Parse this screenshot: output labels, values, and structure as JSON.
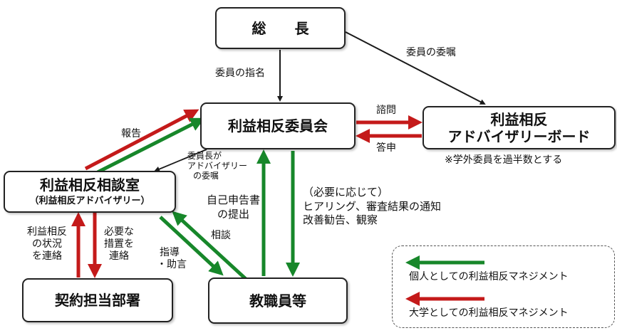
{
  "nodes": {
    "president": "総　　長",
    "committee": "利益相反委員会",
    "advisory_board": {
      "line1": "利益相反",
      "line2": "アドバイザリーボード"
    },
    "consultation_office": {
      "title": "利益相反相談室",
      "subtitle": "（利益相反アドバイザリー）"
    },
    "contract_dept": "契約担当部署",
    "faculty": "教職員等"
  },
  "edge_labels": {
    "appoint_members": "委員の指名",
    "commission_members": "委員の委嘱",
    "inquiry": "諮問",
    "reply": "答申",
    "report": "報告",
    "chair_commission": [
      "委員長が",
      "アドバイザリー",
      "の委嘱"
    ],
    "self_report": [
      "自己申告書",
      "の提出"
    ],
    "as_needed": [
      "（必要に応じて）",
      "ヒアリング、審査結果の通知",
      "改善勧告、観察"
    ],
    "consult": "相談",
    "guidance": [
      "指導",
      "・助言"
    ],
    "status_contact": [
      "利益相反",
      "の状況",
      "を連絡"
    ],
    "measures_contact": [
      "必要な",
      "措置を",
      "連絡"
    ]
  },
  "footnote": "※学外委員を過半数とする",
  "legend": {
    "individual": "個人としての利益相反マネジメント",
    "university": "大学としての利益相反マネジメント"
  },
  "colors": {
    "green": "#17872a",
    "red": "#c41a1a",
    "black": "#1a1a1a"
  }
}
